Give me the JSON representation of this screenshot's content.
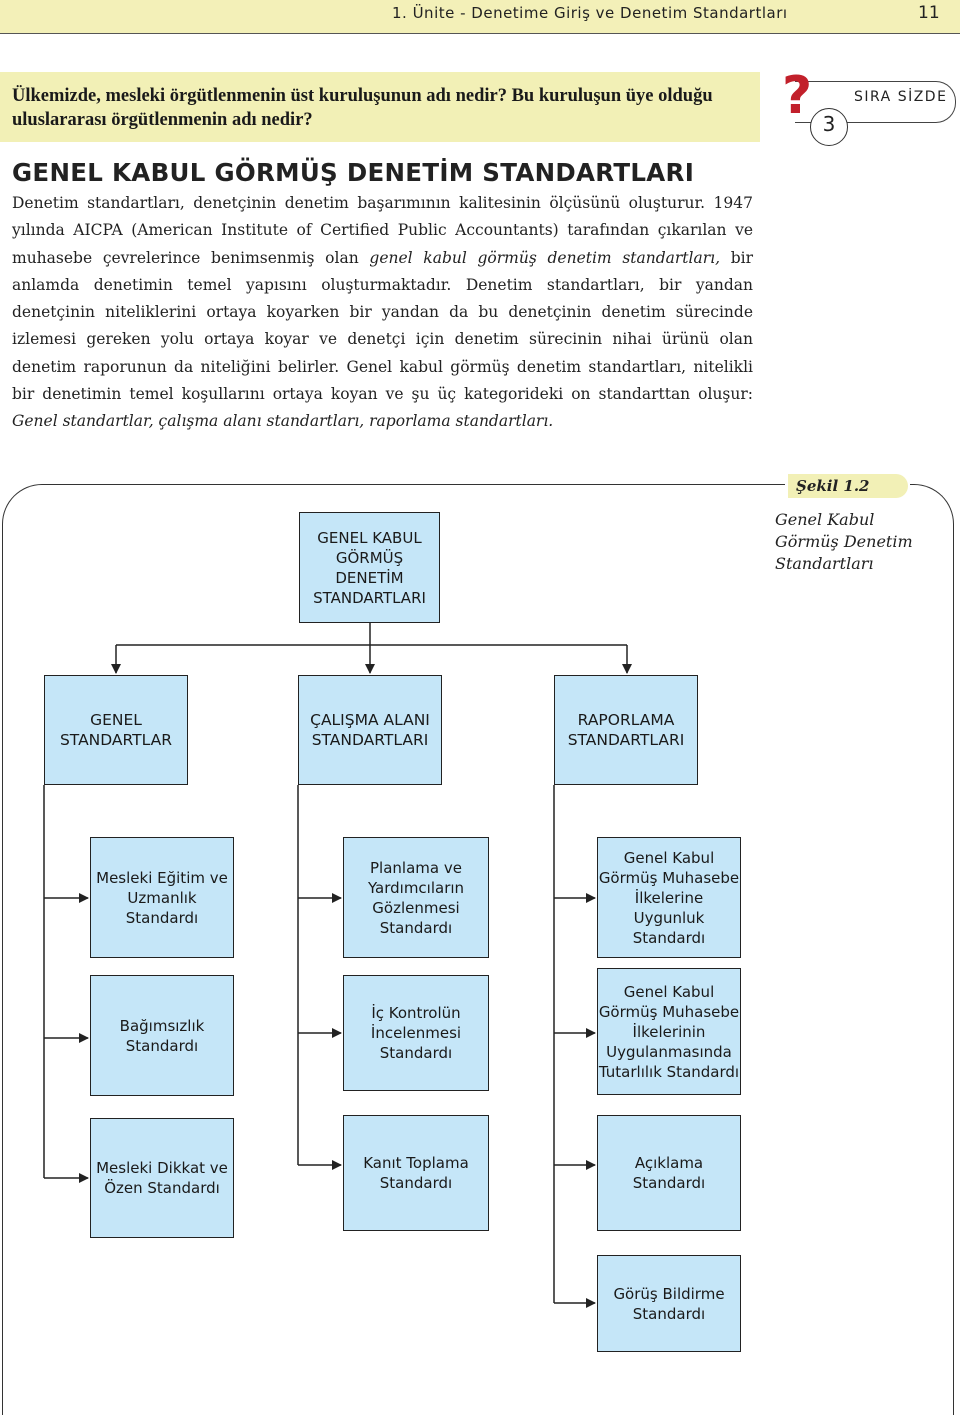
{
  "header": {
    "title": "1. Ünite - Denetime Giriş ve Denetim Standartları",
    "page_number": "11"
  },
  "question": {
    "text": "Ülkemizde, mesleki örgütlenmenin üst kuruluşunun adı nedir? Bu kuruluşun üye olduğu uluslararası örgütlenmenin adı nedir?",
    "badge_label": "SIRA SİZDE",
    "badge_number": "3",
    "icon": "question-mark-icon"
  },
  "section": {
    "title": "GENEL KABUL GÖRMÜŞ DENETİM STANDARTLARI",
    "p1": "Denetim standartları, denetçinin denetim başarımının kalitesinin ölçüsünü oluşturur. 1947 yılında AICPA (American Institute of Certified Public Accountants) tarafından çıkarılan ve muhasebe çevrelerince benimsenmiş olan ",
    "p1_italic": "genel kabul görmüş denetim standartları,",
    "p1_rest": " bir anlamda denetimin temel yapısını oluşturmaktadır. Denetim standartları, bir yandan denetçinin niteliklerini ortaya koyarken bir yandan da bu denetçinin denetim sürecinde izlemesi gereken yolu ortaya koyar ve denetçi için denetim sürecinin nihai ürünü olan denetim raporunun da niteliğini belirler. Genel kabul görmüş denetim standartları, nitelikli bir denetimin temel koşullarını ortaya koyan ve şu üç kategorideki on standarttan oluşur: ",
    "p1_italic_end": "Genel standartlar, çalışma alanı standartları, raporlama standartları."
  },
  "figure": {
    "label": "Şekil 1.2",
    "caption": "Genel Kabul Görmüş Denetim Standartları",
    "root": "GENEL KABUL GÖRMÜŞ DENETİM STANDARTLARI",
    "categories": [
      {
        "label": "GENEL STANDARTLAR",
        "items": [
          "Mesleki Eğitim ve Uzmanlık Standardı",
          "Bağımsızlık Standardı",
          "Mesleki Dikkat ve Özen Standardı"
        ]
      },
      {
        "label": "ÇALIŞMA ALANI STANDARTLARI",
        "items": [
          "Planlama ve Yardımcıların Gözlenmesi Standardı",
          "İç Kontrolün İncelenmesi Standardı",
          "Kanıt Toplama Standardı"
        ]
      },
      {
        "label": "RAPORLAMA STANDARTLARI",
        "items": [
          "Genel Kabul Görmüş Muhasebe İlkelerine Uygunluk Standardı",
          "Genel Kabul Görmüş Muhasebe İlkelerinin Uygulanmasında Tutarlılık Standardı",
          "Açıklama Standardı",
          "Görüş Bildirme Standardı"
        ]
      }
    ]
  },
  "colors": {
    "box_fill": "#c5e6f8",
    "highlight": "#f2f0b6",
    "accent_red": "#c2202b"
  }
}
